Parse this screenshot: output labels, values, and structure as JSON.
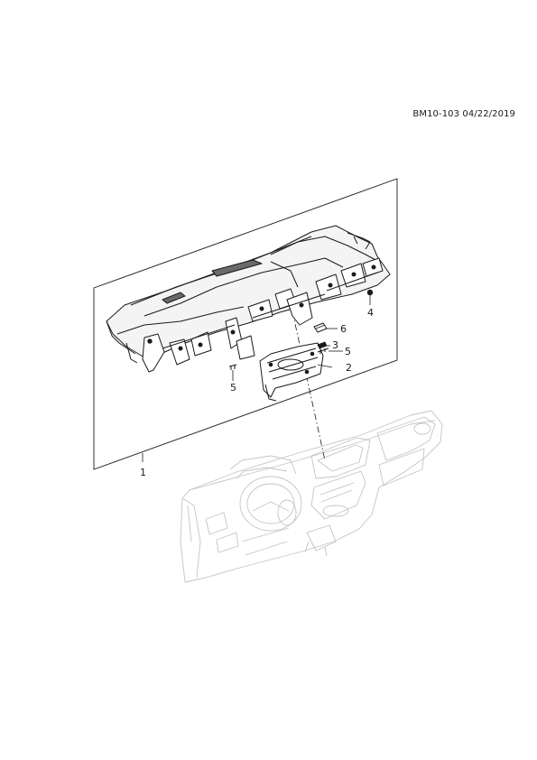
{
  "document": {
    "id": "BM10-103 04/22/2019"
  },
  "callouts": [
    {
      "key": "callout_1",
      "text": "1"
    },
    {
      "key": "callout_2",
      "text": "2"
    },
    {
      "key": "callout_3",
      "text": "3"
    },
    {
      "key": "callout_4",
      "text": "4"
    },
    {
      "key": "callout_5a",
      "text": "5"
    },
    {
      "key": "callout_5b",
      "text": "5"
    },
    {
      "key": "callout_6",
      "text": "6"
    }
  ],
  "colors": {
    "line": "#1a1a1a",
    "ghost": "#c4c4c4",
    "panel_fill": "#f4f4f4",
    "shade": "#6a6a6a"
  }
}
